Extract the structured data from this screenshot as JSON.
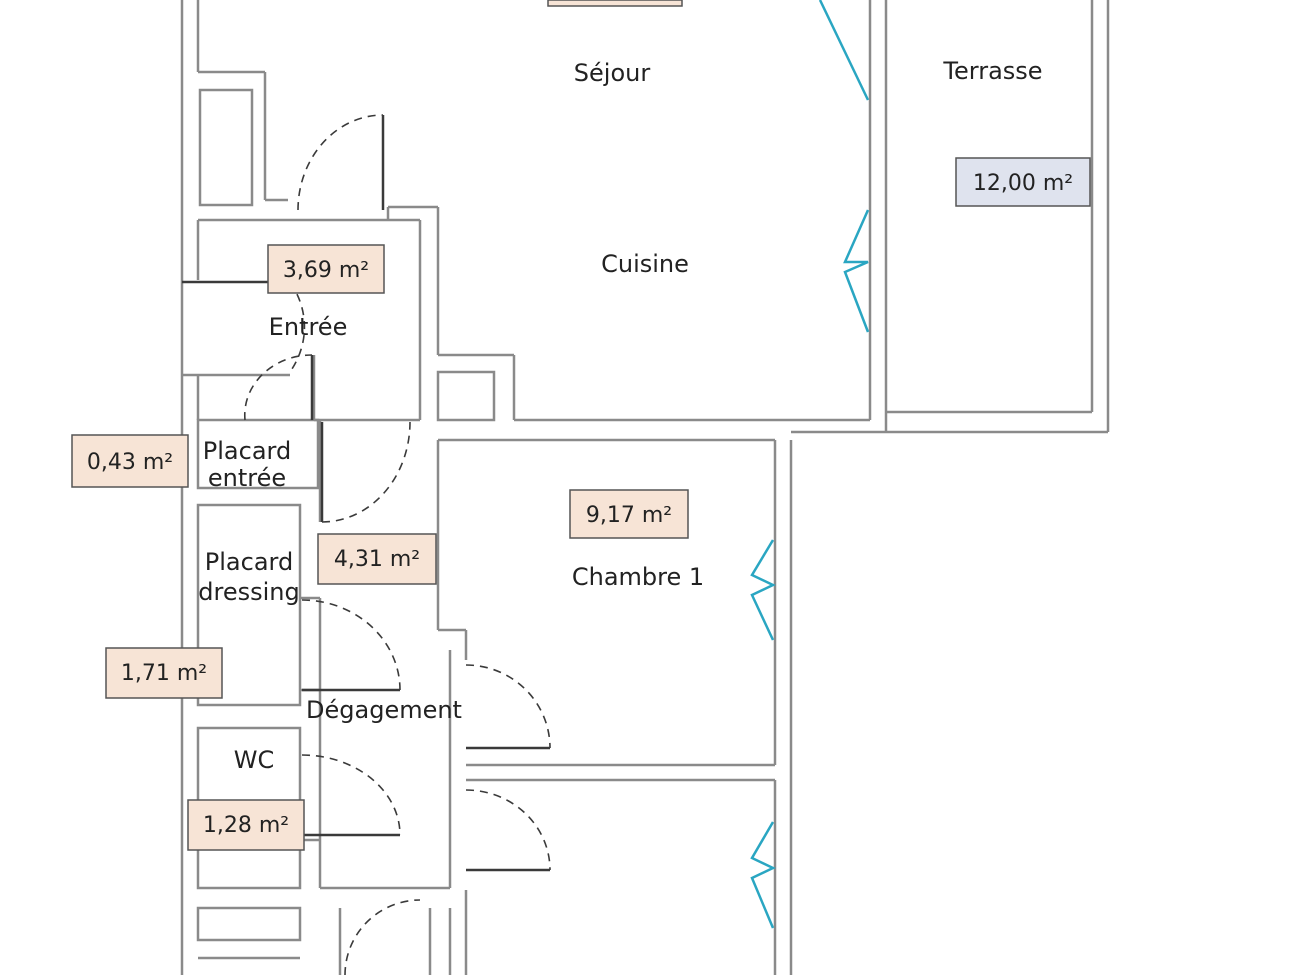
{
  "plan": {
    "rooms": {
      "sejour": "Séjour",
      "terrasse": "Terrasse",
      "cuisine": "Cuisine",
      "entree": "Entrée",
      "placard_entree_line1": "Placard",
      "placard_entree_line2": "entrée",
      "placard_dressing_line1": "Placard",
      "placard_dressing_line2": "dressing",
      "chambre1": "Chambre 1",
      "degagement": "Dégagement",
      "wc": "WC"
    },
    "areas": {
      "terrasse": "12,00 m²",
      "entree": "3,69 m²",
      "placard_entree": "0,43 m²",
      "chambre1": "9,17 m²",
      "degagement": "4,31 m²",
      "placard_dressing": "1,71 m²",
      "wc": "1,28 m²"
    },
    "colors": {
      "wall": "#8a8a8a",
      "window": "#2aa6c2",
      "area_fill_warm": "#f7e4d6",
      "area_fill_cool": "#dfe3ee",
      "area_border": "#555555"
    }
  }
}
